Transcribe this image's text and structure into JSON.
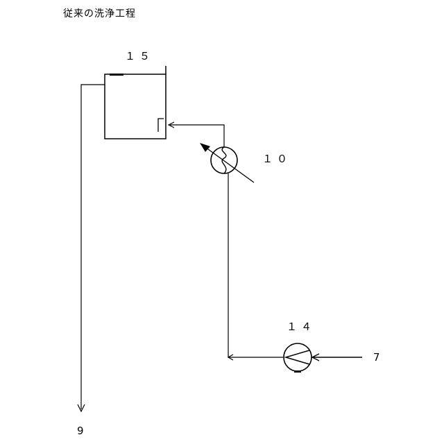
{
  "title": "従来の洗浄工程",
  "labels": {
    "tank": "１５",
    "heat_exchanger": "１０",
    "pump": "１４",
    "inlet": "7",
    "outlet": "9"
  },
  "colors": {
    "line": "#000000",
    "background": "#ffffff"
  }
}
